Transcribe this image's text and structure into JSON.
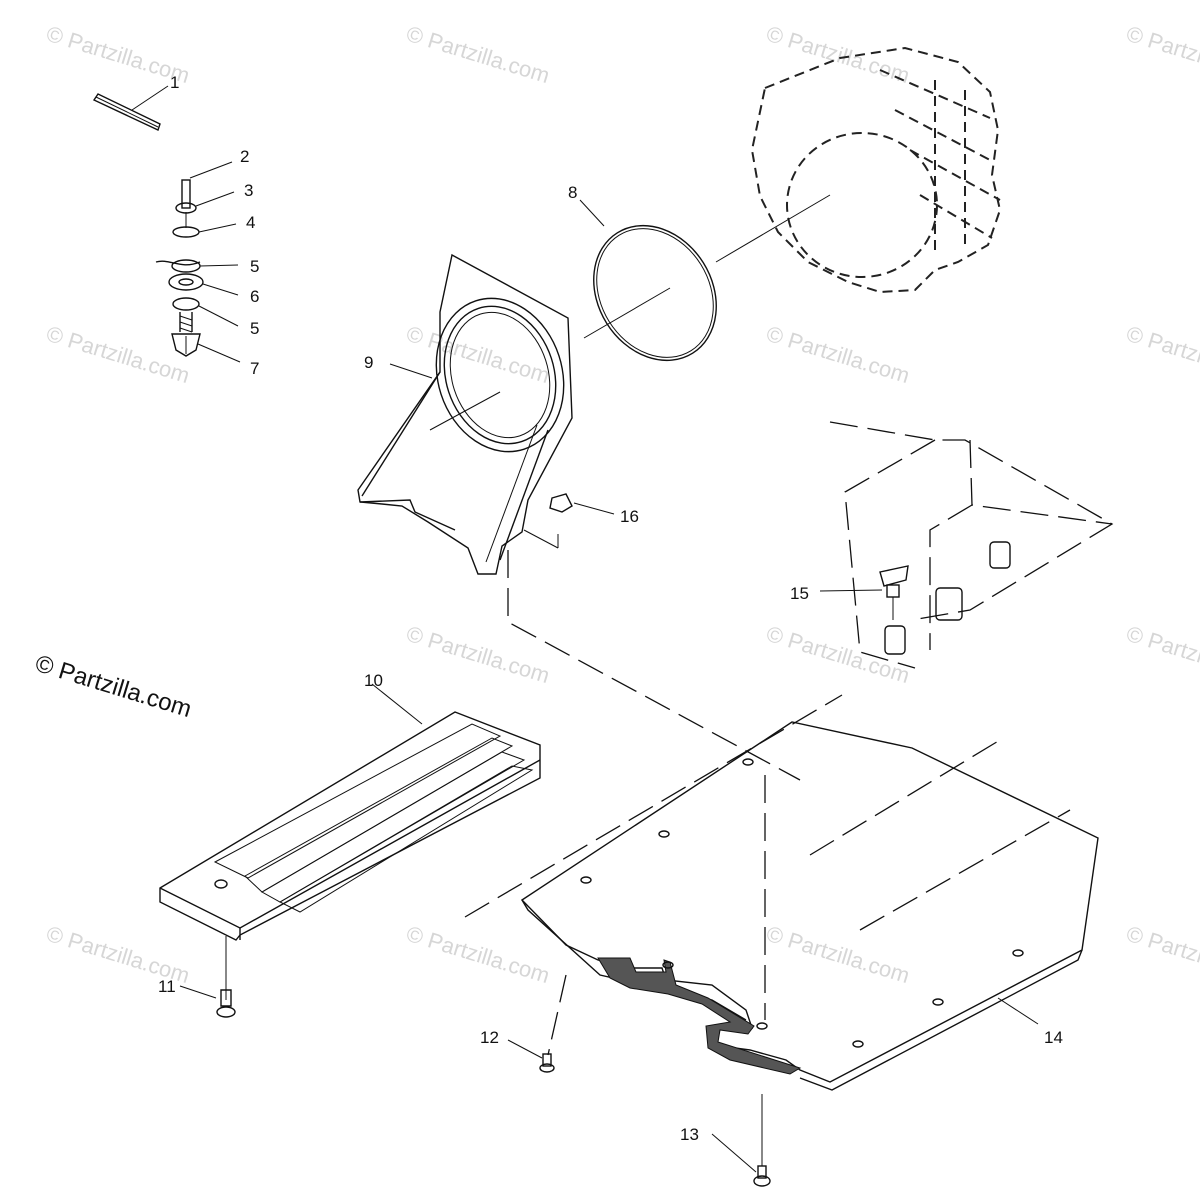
{
  "watermark": "© Partzilla.com",
  "copyright": "© Partzilla.com",
  "callouts": {
    "c1": "1",
    "c2": "2",
    "c3": "3",
    "c4": "4",
    "c5a": "5",
    "c6": "6",
    "c5b": "5",
    "c7": "7",
    "c8": "8",
    "c9": "9",
    "c10": "10",
    "c11": "11",
    "c12": "12",
    "c13": "13",
    "c14": "14",
    "c15": "15",
    "c16": "16"
  }
}
